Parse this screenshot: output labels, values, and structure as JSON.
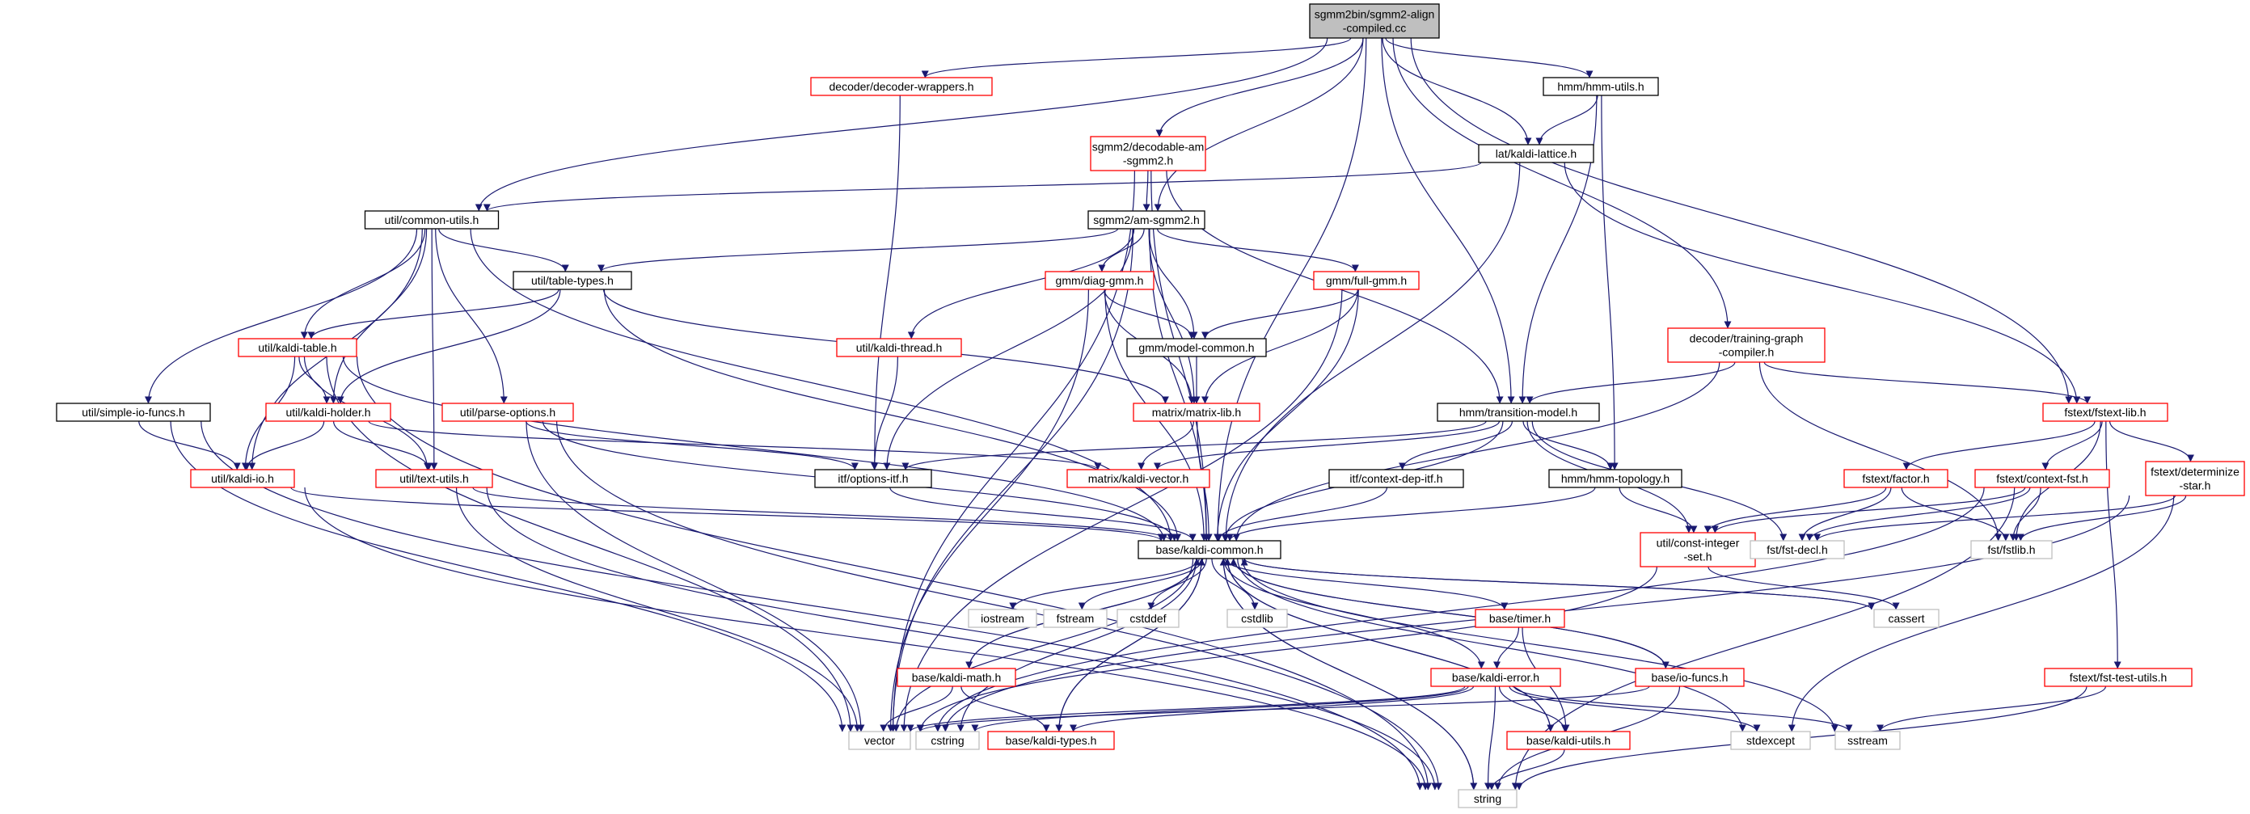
{
  "graph": {
    "edge_color": "#191970",
    "node_border_colors": {
      "documented": "#000000",
      "undocumented": "#ff0000",
      "system": "#bfbfbf"
    },
    "root_fill": "#bfbfbf",
    "nodes": [
      {
        "id": "root",
        "label": "sgmm2bin/sgmm2-align\n-compiled.cc",
        "kind": "root"
      },
      {
        "id": "decwrap",
        "label": "decoder/decoder-wrappers.h",
        "kind": "red"
      },
      {
        "id": "hmmutils",
        "label": "hmm/hmm-utils.h",
        "kind": "black"
      },
      {
        "id": "decodable",
        "label": "sgmm2/decodable-am\n-sgmm2.h",
        "kind": "red"
      },
      {
        "id": "lattice",
        "label": "lat/kaldi-lattice.h",
        "kind": "black"
      },
      {
        "id": "commonutils",
        "label": "util/common-utils.h",
        "kind": "black"
      },
      {
        "id": "amsgmm",
        "label": "sgmm2/am-sgmm2.h",
        "kind": "black"
      },
      {
        "id": "tabletypes",
        "label": "util/table-types.h",
        "kind": "black"
      },
      {
        "id": "diaggmm",
        "label": "gmm/diag-gmm.h",
        "kind": "red"
      },
      {
        "id": "fullgmm",
        "label": "gmm/full-gmm.h",
        "kind": "red"
      },
      {
        "id": "tgc",
        "label": "decoder/training-graph\n-compiler.h",
        "kind": "red"
      },
      {
        "id": "kalditable",
        "label": "util/kaldi-table.h",
        "kind": "red"
      },
      {
        "id": "kaldithread",
        "label": "util/kaldi-thread.h",
        "kind": "red"
      },
      {
        "id": "modelcommon",
        "label": "gmm/model-common.h",
        "kind": "black"
      },
      {
        "id": "simpleio",
        "label": "util/simple-io-funcs.h",
        "kind": "black"
      },
      {
        "id": "kaldiholder",
        "label": "util/kaldi-holder.h",
        "kind": "red"
      },
      {
        "id": "parseopts",
        "label": "util/parse-options.h",
        "kind": "red"
      },
      {
        "id": "matrixlib",
        "label": "matrix/matrix-lib.h",
        "kind": "red"
      },
      {
        "id": "transmodel",
        "label": "hmm/transition-model.h",
        "kind": "black"
      },
      {
        "id": "fstextlib",
        "label": "fstext/fstext-lib.h",
        "kind": "red"
      },
      {
        "id": "kaldiio",
        "label": "util/kaldi-io.h",
        "kind": "red"
      },
      {
        "id": "textutils",
        "label": "util/text-utils.h",
        "kind": "red"
      },
      {
        "id": "optionsitf",
        "label": "itf/options-itf.h",
        "kind": "black"
      },
      {
        "id": "kaldivector",
        "label": "matrix/kaldi-vector.h",
        "kind": "red"
      },
      {
        "id": "contextdep",
        "label": "itf/context-dep-itf.h",
        "kind": "black"
      },
      {
        "id": "hmmtopo",
        "label": "hmm/hmm-topology.h",
        "kind": "black"
      },
      {
        "id": "factor",
        "label": "fstext/factor.h",
        "kind": "red"
      },
      {
        "id": "contextfst",
        "label": "fstext/context-fst.h",
        "kind": "red"
      },
      {
        "id": "determinize",
        "label": "fstext/determinize\n-star.h",
        "kind": "red"
      },
      {
        "id": "kaldicommon",
        "label": "base/kaldi-common.h",
        "kind": "black"
      },
      {
        "id": "constint",
        "label": "util/const-integer\n-set.h",
        "kind": "red"
      },
      {
        "id": "fstdecl",
        "label": "fst/fst-decl.h",
        "kind": "gray"
      },
      {
        "id": "fstlib",
        "label": "fst/fstlib.h",
        "kind": "gray"
      },
      {
        "id": "iostream",
        "label": "iostream",
        "kind": "gray"
      },
      {
        "id": "fstream",
        "label": "fstream",
        "kind": "gray"
      },
      {
        "id": "cstddef",
        "label": "cstddef",
        "kind": "gray"
      },
      {
        "id": "cstdlib",
        "label": "cstdlib",
        "kind": "gray"
      },
      {
        "id": "timer",
        "label": "base/timer.h",
        "kind": "red"
      },
      {
        "id": "cassert",
        "label": "cassert",
        "kind": "gray"
      },
      {
        "id": "kaldimath",
        "label": "base/kaldi-math.h",
        "kind": "red"
      },
      {
        "id": "kaldierror",
        "label": "base/kaldi-error.h",
        "kind": "red"
      },
      {
        "id": "iofuncs",
        "label": "base/io-funcs.h",
        "kind": "red"
      },
      {
        "id": "fsttestutils",
        "label": "fstext/fst-test-utils.h",
        "kind": "red"
      },
      {
        "id": "vector",
        "label": "vector",
        "kind": "gray"
      },
      {
        "id": "cstring",
        "label": "cstring",
        "kind": "gray"
      },
      {
        "id": "kalditypes",
        "label": "base/kaldi-types.h",
        "kind": "red"
      },
      {
        "id": "kaldiutils",
        "label": "base/kaldi-utils.h",
        "kind": "red"
      },
      {
        "id": "stdexcept",
        "label": "stdexcept",
        "kind": "gray"
      },
      {
        "id": "sstream",
        "label": "sstream",
        "kind": "gray"
      },
      {
        "id": "string",
        "label": "string",
        "kind": "gray"
      }
    ],
    "edges": [
      [
        "root",
        "decwrap"
      ],
      [
        "root",
        "hmmutils"
      ],
      [
        "root",
        "decodable"
      ],
      [
        "root",
        "lattice"
      ],
      [
        "root",
        "commonutils"
      ],
      [
        "root",
        "amsgmm"
      ],
      [
        "root",
        "tgc"
      ],
      [
        "root",
        "transmodel"
      ],
      [
        "root",
        "fstextlib"
      ],
      [
        "root",
        "kaldicommon"
      ],
      [
        "decwrap",
        "optionsitf"
      ],
      [
        "hmmutils",
        "lattice"
      ],
      [
        "hmmutils",
        "transmodel"
      ],
      [
        "hmmutils",
        "hmmtopo"
      ],
      [
        "decodable",
        "amsgmm"
      ],
      [
        "decodable",
        "transmodel"
      ],
      [
        "decodable",
        "kaldicommon"
      ],
      [
        "decodable",
        "vector"
      ],
      [
        "lattice",
        "commonutils"
      ],
      [
        "lattice",
        "fstextlib"
      ],
      [
        "lattice",
        "kaldicommon"
      ],
      [
        "commonutils",
        "tabletypes"
      ],
      [
        "commonutils",
        "kalditable"
      ],
      [
        "commonutils",
        "kaldiholder"
      ],
      [
        "commonutils",
        "simpleio"
      ],
      [
        "commonutils",
        "parseopts"
      ],
      [
        "commonutils",
        "textutils"
      ],
      [
        "commonutils",
        "kaldiio"
      ],
      [
        "commonutils",
        "kaldicommon"
      ],
      [
        "amsgmm",
        "tabletypes"
      ],
      [
        "amsgmm",
        "diaggmm"
      ],
      [
        "amsgmm",
        "fullgmm"
      ],
      [
        "amsgmm",
        "kaldithread"
      ],
      [
        "amsgmm",
        "modelcommon"
      ],
      [
        "amsgmm",
        "matrixlib"
      ],
      [
        "amsgmm",
        "optionsitf"
      ],
      [
        "amsgmm",
        "kaldicommon"
      ],
      [
        "amsgmm",
        "vector"
      ],
      [
        "tabletypes",
        "kalditable"
      ],
      [
        "tabletypes",
        "kaldiholder"
      ],
      [
        "tabletypes",
        "matrixlib"
      ],
      [
        "tabletypes",
        "kaldicommon"
      ],
      [
        "diaggmm",
        "modelcommon"
      ],
      [
        "diaggmm",
        "matrixlib"
      ],
      [
        "diaggmm",
        "kaldicommon"
      ],
      [
        "diaggmm",
        "vector"
      ],
      [
        "fullgmm",
        "modelcommon"
      ],
      [
        "fullgmm",
        "matrixlib"
      ],
      [
        "fullgmm",
        "kaldicommon"
      ],
      [
        "fullgmm",
        "vector"
      ],
      [
        "tgc",
        "transmodel"
      ],
      [
        "tgc",
        "fstextlib"
      ],
      [
        "tgc",
        "fstlib"
      ],
      [
        "tgc",
        "kaldicommon"
      ],
      [
        "kalditable",
        "kaldiholder"
      ],
      [
        "kalditable",
        "kaldiio"
      ],
      [
        "kalditable",
        "textutils"
      ],
      [
        "kalditable",
        "kaldicommon"
      ],
      [
        "kalditable",
        "string"
      ],
      [
        "kalditable",
        "vector"
      ],
      [
        "kaldithread",
        "optionsitf"
      ],
      [
        "modelcommon",
        "matrixlib"
      ],
      [
        "simpleio",
        "kaldiio"
      ],
      [
        "simpleio",
        "vector"
      ],
      [
        "simpleio",
        "string"
      ],
      [
        "kaldiholder",
        "kaldiio"
      ],
      [
        "kaldiholder",
        "textutils"
      ],
      [
        "kaldiholder",
        "kaldivector"
      ],
      [
        "parseopts",
        "optionsitf"
      ],
      [
        "parseopts",
        "kaldicommon"
      ],
      [
        "parseopts",
        "vector"
      ],
      [
        "parseopts",
        "string"
      ],
      [
        "matrixlib",
        "kaldivector"
      ],
      [
        "matrixlib",
        "kaldicommon"
      ],
      [
        "transmodel",
        "optionsitf"
      ],
      [
        "transmodel",
        "kaldivector"
      ],
      [
        "transmodel",
        "contextdep"
      ],
      [
        "transmodel",
        "hmmtopo"
      ],
      [
        "transmodel",
        "constint"
      ],
      [
        "transmodel",
        "fstdecl"
      ],
      [
        "transmodel",
        "kaldicommon"
      ],
      [
        "fstextlib",
        "factor"
      ],
      [
        "fstextlib",
        "contextfst"
      ],
      [
        "fstextlib",
        "determinize"
      ],
      [
        "fstextlib",
        "fsttestutils"
      ],
      [
        "fstextlib",
        "fstlib"
      ],
      [
        "kaldiio",
        "kaldicommon"
      ],
      [
        "kaldiio",
        "string"
      ],
      [
        "textutils",
        "kaldicommon"
      ],
      [
        "textutils",
        "vector"
      ],
      [
        "textutils",
        "string"
      ],
      [
        "optionsitf",
        "kaldicommon"
      ],
      [
        "contextdep",
        "kaldicommon"
      ],
      [
        "hmmtopo",
        "kaldicommon"
      ],
      [
        "hmmtopo",
        "constint"
      ],
      [
        "factor",
        "constint"
      ],
      [
        "factor",
        "fstdecl"
      ],
      [
        "factor",
        "fstlib"
      ],
      [
        "contextfst",
        "constint"
      ],
      [
        "contextfst",
        "fstdecl"
      ],
      [
        "contextfst",
        "fstlib"
      ],
      [
        "contextfst",
        "string"
      ],
      [
        "contextfst",
        "vector"
      ],
      [
        "determinize",
        "fstlib"
      ],
      [
        "determinize",
        "fstdecl"
      ],
      [
        "determinize",
        "stdexcept"
      ],
      [
        "determinize",
        "vector"
      ],
      [
        "kaldicommon",
        "iostream"
      ],
      [
        "kaldicommon",
        "fstream"
      ],
      [
        "kaldicommon",
        "cstddef"
      ],
      [
        "kaldicommon",
        "cstdlib"
      ],
      [
        "kaldicommon",
        "timer"
      ],
      [
        "kaldicommon",
        "kaldimath"
      ],
      [
        "kaldicommon",
        "kaldierror"
      ],
      [
        "kaldicommon",
        "iofuncs"
      ],
      [
        "kaldicommon",
        "kaldiutils"
      ],
      [
        "kaldicommon",
        "kalditypes"
      ],
      [
        "kaldicommon",
        "vector"
      ],
      [
        "kaldicommon",
        "cassert"
      ],
      [
        "kaldicommon",
        "stdexcept"
      ],
      [
        "kaldicommon",
        "sstream"
      ],
      [
        "kaldicommon",
        "string"
      ],
      [
        "kaldicommon",
        "cstring"
      ],
      [
        "constint",
        "cassert"
      ],
      [
        "constint",
        "vector"
      ],
      [
        "timer",
        "kaldierror"
      ],
      [
        "timer",
        "kaldiutils"
      ],
      [
        "kaldimath",
        "kalditypes"
      ],
      [
        "kaldimath",
        "vector"
      ],
      [
        "kaldimath",
        "kaldicommon"
      ],
      [
        "kaldierror",
        "vector"
      ],
      [
        "kaldierror",
        "cstring"
      ],
      [
        "kaldierror",
        "kalditypes"
      ],
      [
        "kaldierror",
        "kaldiutils"
      ],
      [
        "kaldierror",
        "stdexcept"
      ],
      [
        "kaldierror",
        "sstream"
      ],
      [
        "kaldierror",
        "string"
      ],
      [
        "iofuncs",
        "kaldicommon"
      ],
      [
        "iofuncs",
        "vector"
      ],
      [
        "iofuncs",
        "string"
      ],
      [
        "fsttestutils",
        "sstream"
      ],
      [
        "fsttestutils",
        "string"
      ],
      [
        "kalditypes",
        "kaldicommon"
      ],
      [
        "kaldiutils",
        "string"
      ],
      [
        "kaldiutils",
        "kaldicommon"
      ],
      [
        "cassert",
        "kaldicommon"
      ],
      [
        "string",
        "kaldicommon"
      ]
    ]
  }
}
